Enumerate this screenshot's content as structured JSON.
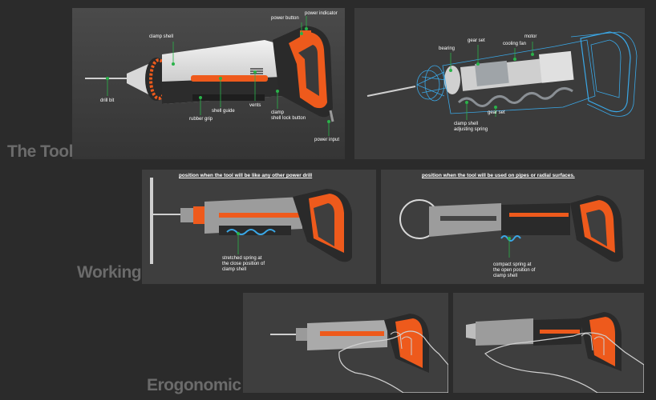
{
  "sections": {
    "tool": "The Tool",
    "working": "Working",
    "ergonomic": "Erogonomic"
  },
  "panel1": {
    "labels": {
      "power_indicator": "power indicator",
      "power_button": "power button",
      "clamp_shell": "clamp shell",
      "drill_bit": "drill bit",
      "shell_guide": "shell guide",
      "vents": "vents",
      "rubber_grip": "rubber grip",
      "clamp_shell_lock_button": "clamp\nshell lock button",
      "power_input": "power input"
    }
  },
  "panel2": {
    "labels": {
      "bearing": "bearing",
      "gear_set_top": "gear set",
      "cooling_fan": "cooling fan",
      "motor": "motor",
      "gear_set_bottom": "gear set",
      "clamp_shell_adjusting_spring": "clamp shell\nadjusting spring"
    }
  },
  "panel3": {
    "title": "position when the tool will be like any other power drill",
    "caption": "stretched spring at\nthe close position of\nclamp shell"
  },
  "panel4": {
    "title": "position when the tool will be used on pipes or radial surfaces.",
    "caption": "compact spring at\nthe open position of\nclamp shell"
  },
  "colors": {
    "accent": "#ee5a1c",
    "callout": "#2ab34a",
    "xray": "#3aa7e6",
    "panel_bg": "#3d3d3d",
    "page_bg": "#2b2b2b"
  }
}
